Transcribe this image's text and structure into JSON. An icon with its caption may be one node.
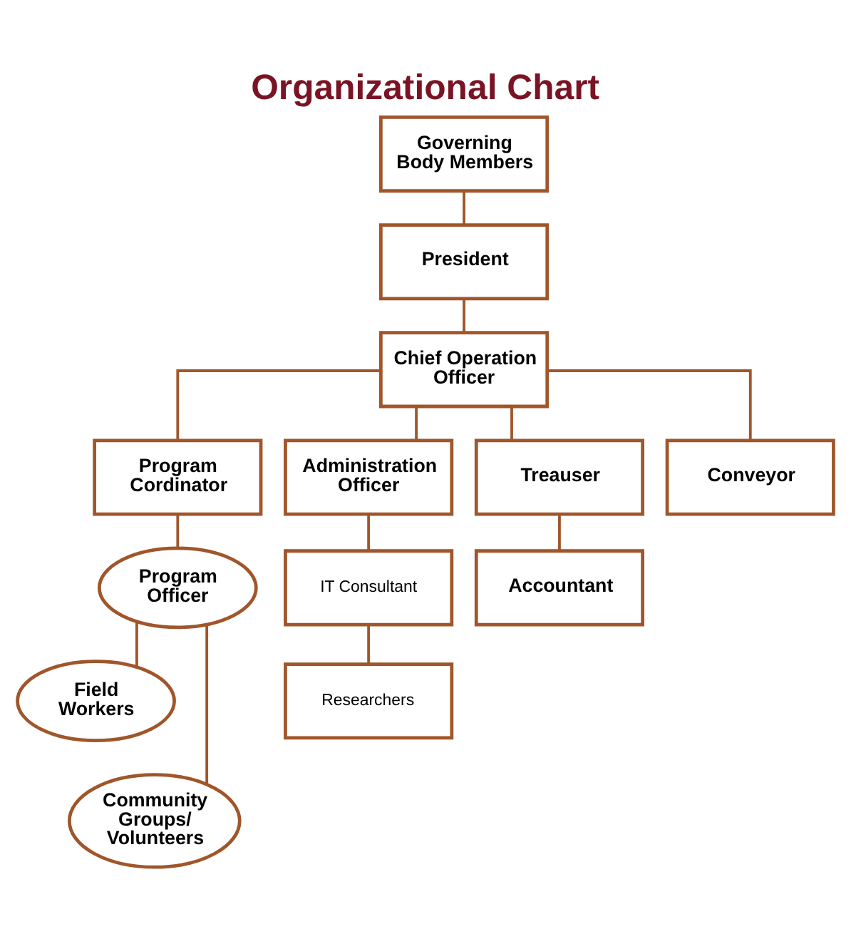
{
  "diagram": {
    "title": "Organizational Chart",
    "nodes": [
      {
        "text": [
          "Governing Body Members"
        ]
      },
      {
        "text": [
          "President"
        ]
      },
      {
        "text": [
          "Chief Operation Officer"
        ]
      },
      {
        "text": [
          "Program Cordinator"
        ]
      },
      {
        "text": [
          "Administration Officer"
        ]
      },
      {
        "text": [
          "Treauser"
        ]
      },
      {
        "text": [
          "Conveyor"
        ]
      },
      {
        "text": [
          "Program Officer"
        ]
      },
      {
        "text": [
          "IT Consultant"
        ]
      },
      {
        "text": [
          "Accountant"
        ]
      },
      {
        "text": [
          "Field Workers"
        ]
      },
      {
        "text": [
          "Researchers"
        ]
      },
      {
        "text": [
          "Community Groups/ Volunteers"
        ]
      }
    ],
    "edges": [
      {
        "from": 0,
        "to": 1,
        "arrow": "none"
      },
      {
        "from": 1,
        "to": 2,
        "arrow": "none"
      },
      {
        "from": 2,
        "to": 3,
        "arrow": "none"
      },
      {
        "from": 2,
        "to": 4,
        "arrow": "none"
      },
      {
        "from": 2,
        "to": 5,
        "arrow": "none"
      },
      {
        "from": 2,
        "to": 6,
        "arrow": "none"
      },
      {
        "from": 3,
        "to": 7,
        "arrow": "none"
      },
      {
        "from": 4,
        "to": 8,
        "arrow": "none"
      },
      {
        "from": 5,
        "to": 9,
        "arrow": "none"
      },
      {
        "from": 7,
        "to": 10,
        "arrow": "none"
      },
      {
        "from": 8,
        "to": 11,
        "arrow": "none"
      },
      {
        "from": 7,
        "to": 12,
        "arrow": "none"
      }
    ]
  }
}
